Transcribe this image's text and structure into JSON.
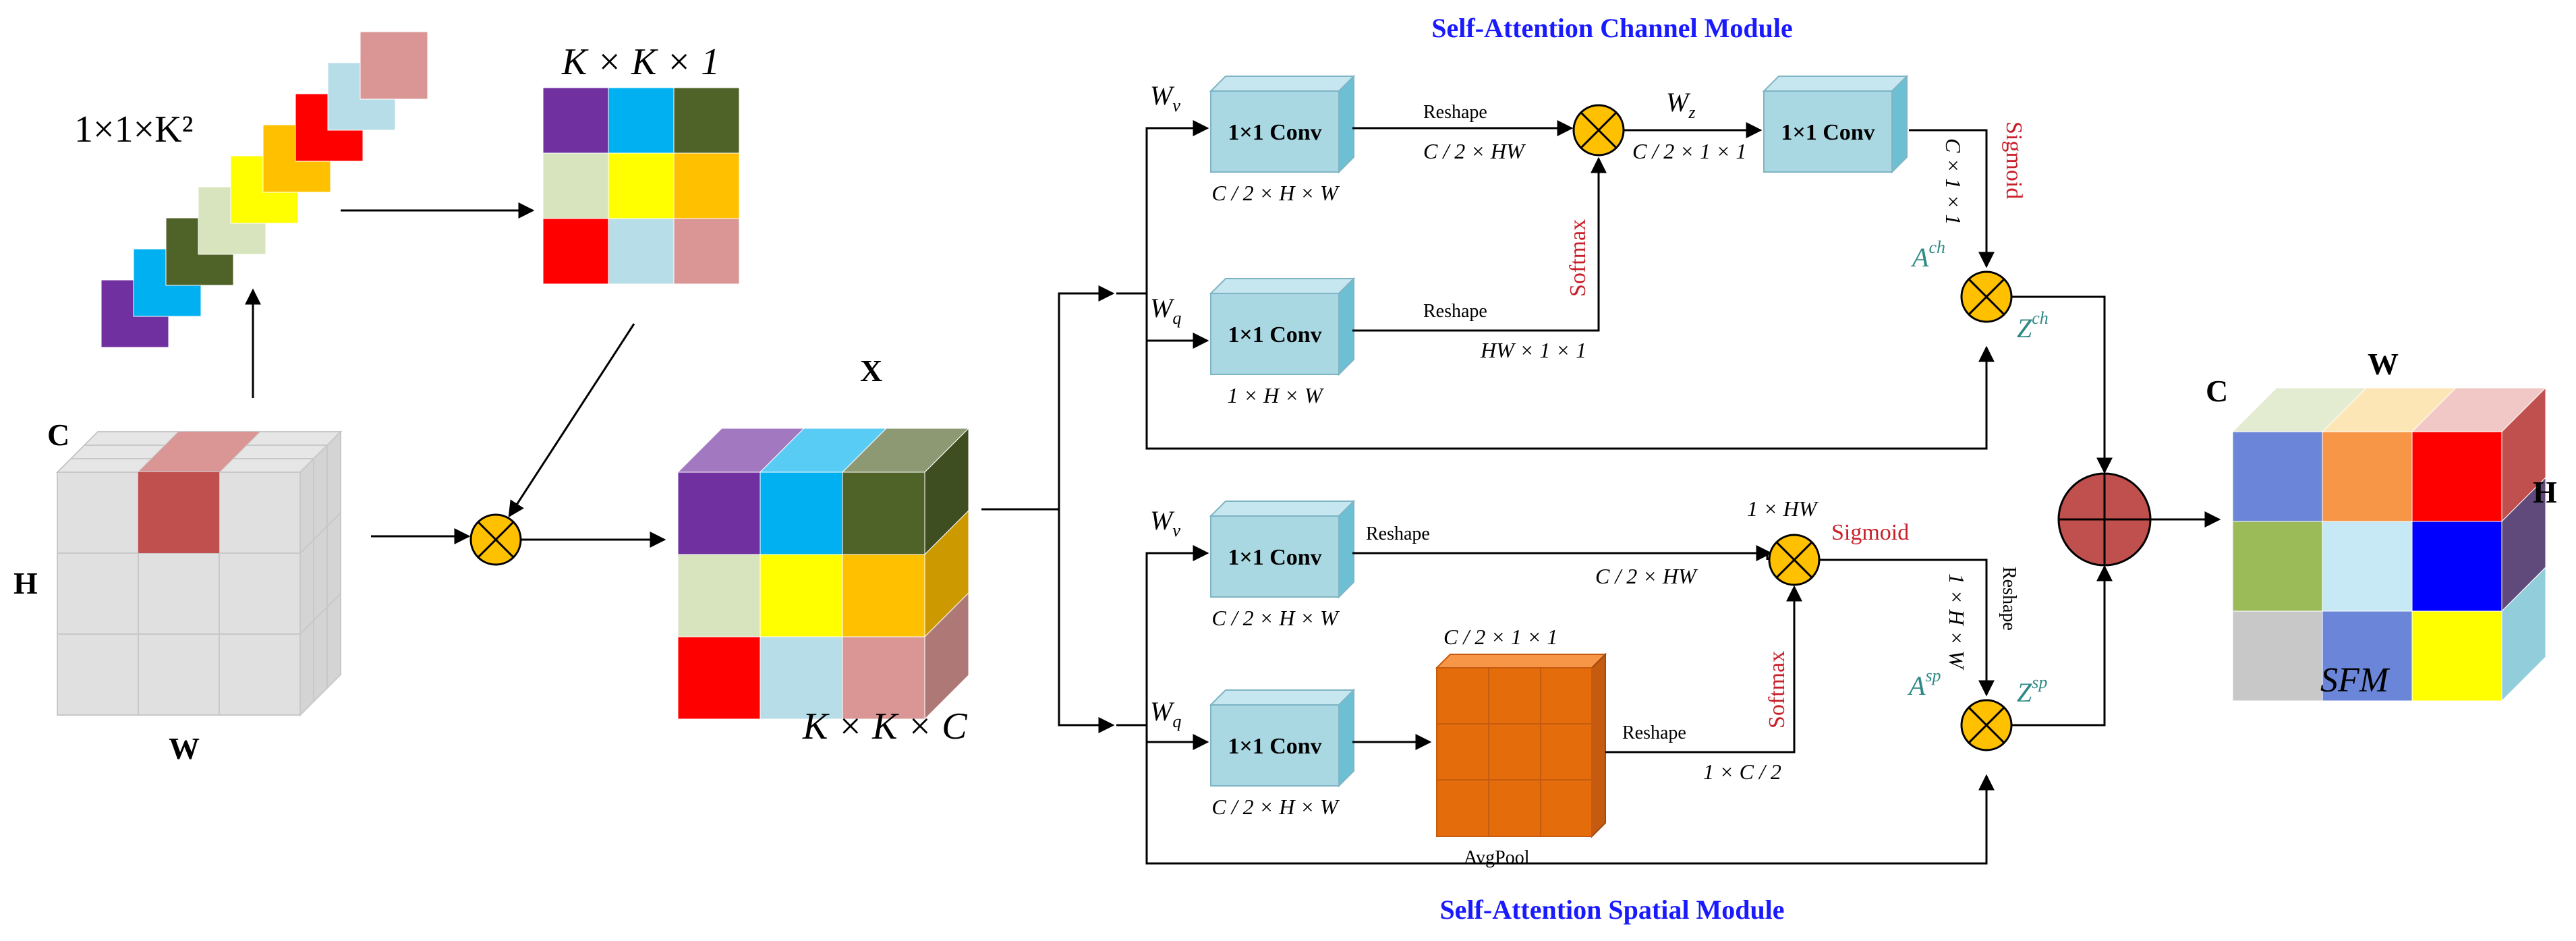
{
  "titles": {
    "channel_module": "Self-Attention Channel Module",
    "spatial_module": "Self-Attention Spatial  Module"
  },
  "left": {
    "kernel_stack_label": "1×1×K²",
    "kernel_grid_label": "K × K × 1",
    "input_axes": {
      "c": "C",
      "h": "H",
      "w": "W"
    },
    "x_label": "X",
    "x_dims": "K × K × C"
  },
  "kernel_colors": [
    "#7030a0",
    "#00b0f0",
    "#4f6228",
    "#d7e4bd",
    "#ffff00",
    "#ffc000",
    "#ff0000",
    "#b7dde8",
    "#d99694"
  ],
  "channel": {
    "wv": "W",
    "wv_sub": "v",
    "wq": "W",
    "wq_sub": "q",
    "wz": "W",
    "wz_sub": "z",
    "conv_label": "1×1 Conv",
    "conv_v_dims": "C / 2 × H × W",
    "conv_q_dims": "1 × H × W",
    "reshape": "Reshape",
    "v_reshape_dims": "C / 2 × HW",
    "q_reshape_dims": "HW × 1 × 1",
    "softmax": "Softmax",
    "mul_out_dims": "C / 2 × 1 × 1",
    "sigmoid": "Sigmoid",
    "sig_dims": "C × 1 × 1",
    "a_ch": "A",
    "a_ch_sup": "ch",
    "z_ch": "Z",
    "z_ch_sup": "ch"
  },
  "spatial": {
    "wv": "W",
    "wv_sub": "v",
    "wq": "W",
    "wq_sub": "q",
    "conv_label": "1×1 Conv",
    "conv_v_dims": "C / 2 × H × W",
    "conv_q_dims": "C / 2 × H × W",
    "reshape": "Reshape",
    "v_reshape_dims": "C / 2 × HW",
    "pool_dims": "C / 2 × 1 × 1",
    "avgpool": "AvgPool",
    "pool_reshape_dims": "1 × C / 2",
    "softmax": "Softmax",
    "mul_out_dims": "1 × HW",
    "sigmoid": "Sigmoid",
    "sig_dims": "1 × H × W",
    "a_sp": "A",
    "a_sp_sup": "sp",
    "z_sp": "Z",
    "z_sp_sup": "sp"
  },
  "output": {
    "c": "C",
    "h": "H",
    "w": "W",
    "sfm": "SFM"
  },
  "colors": {
    "conv_front": "#a9d8e3",
    "conv_top": "#c6e7ef",
    "conv_side": "#6dbfd4",
    "multiply": "#ffc000",
    "sum": "#c0504d",
    "title_blue": "#1a1aff",
    "red_text": "#c8202a",
    "teal_text": "#2f8a86",
    "pool": "#e46c0a"
  }
}
